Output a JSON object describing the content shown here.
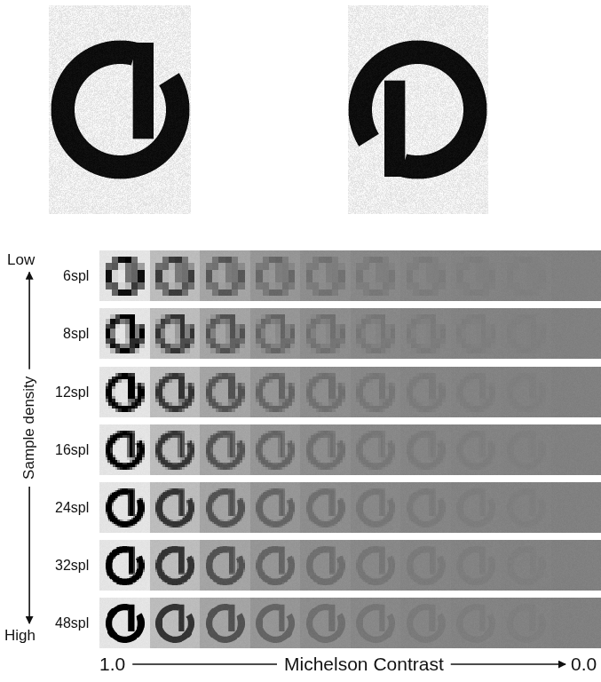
{
  "diagram": {
    "labels": [
      "Low",
      "6spl",
      "8spl",
      "12spl",
      "16spl",
      "24spl",
      "32spl",
      "48spl",
      "Sample density",
      "High",
      "1.0",
      "Michelson Contrast",
      "0.0"
    ]
  }
}
